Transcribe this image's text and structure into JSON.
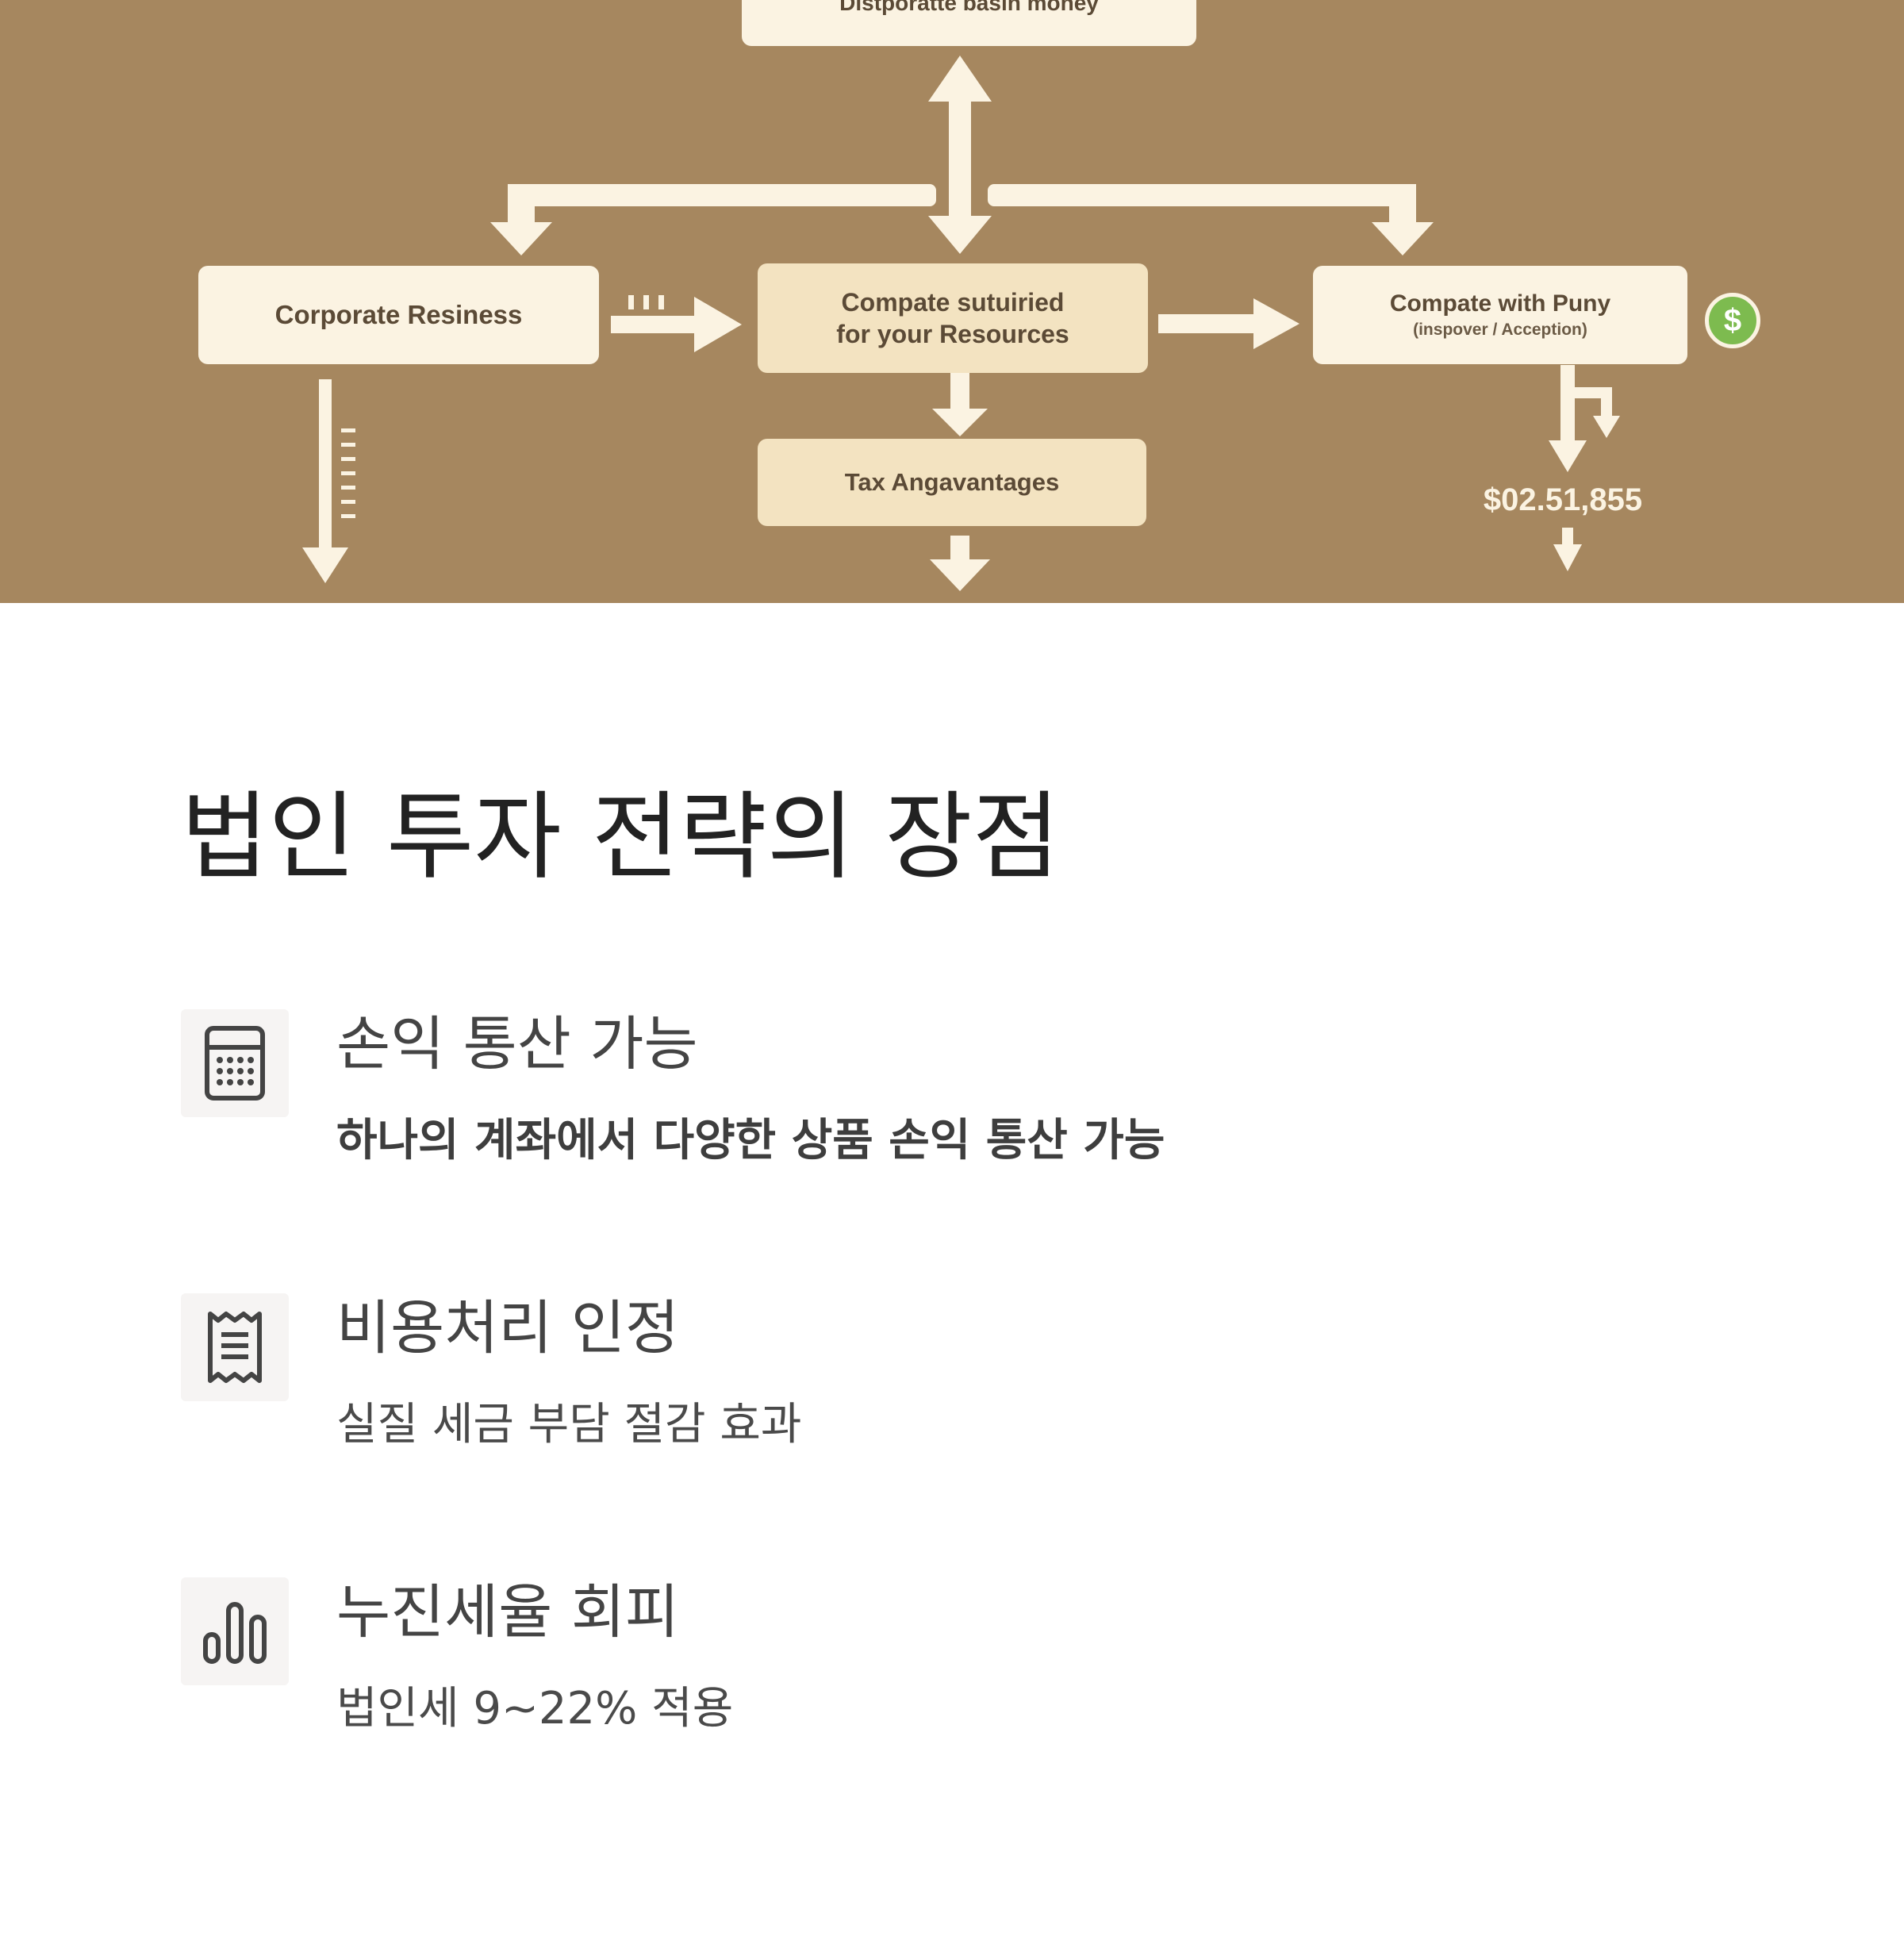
{
  "diagram": {
    "top_node": "Distporatte basin money",
    "left_node": "Corporate Resiness",
    "center_node_line1": "Compate sutuiried",
    "center_node_line2": "for your Resources",
    "right_node": "Compate with Puny",
    "right_node_sub": "(inspover / Acception)",
    "bottom_node": "Tax Angavantages",
    "amount": "$02.51,855",
    "badge": "$",
    "colors": {
      "background": "#a6875f",
      "box": "#fbf3e2",
      "box_dark": "#f3e3c1",
      "badge": "#7dbb4f"
    }
  },
  "section": {
    "title": "법인 투자 전략의 장점",
    "features": [
      {
        "icon": "calculator-icon",
        "title": "손익 통산 가능",
        "description": "하나의 계좌에서 다양한 상품 손익 통산 가능"
      },
      {
        "icon": "receipt-icon",
        "title": "비용처리 인정",
        "description": "실질 세금 부담 절감 효과"
      },
      {
        "icon": "bar-chart-icon",
        "title": "누진세율 회피",
        "description": "법인세 9~22% 적용"
      }
    ]
  }
}
